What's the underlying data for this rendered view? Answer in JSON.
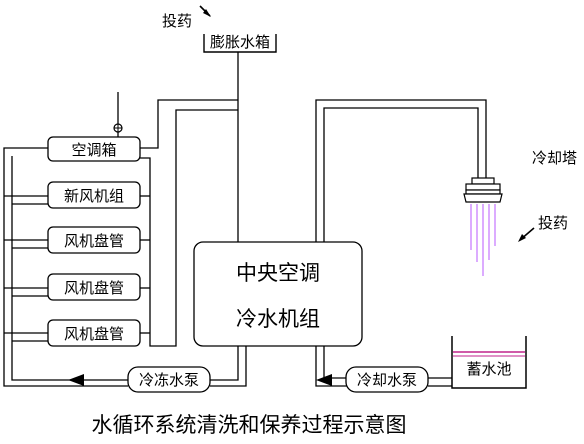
{
  "title": "水循环系统清洗和保养过程示意图",
  "expansion_tank": {
    "label": "膨胀水箱",
    "dosing_label": "投药"
  },
  "units": {
    "ahu": "空调箱",
    "fresh_air": "新风机组",
    "fcu1": "风机盘管",
    "fcu2": "风机盘管",
    "fcu3": "风机盘管"
  },
  "chiller": {
    "line1": "中央空调",
    "line2": "冷水机组"
  },
  "pumps": {
    "chilled": "冷冻水泵",
    "cooling": "冷却水泵"
  },
  "cooling_tower": {
    "label": "冷却塔",
    "dosing_label": "投药"
  },
  "reservoir": {
    "label": "蓄水池"
  },
  "colors": {
    "line": "#000000",
    "reservoir_water": "#c0238c",
    "tower_spray": "#cc88ff"
  }
}
